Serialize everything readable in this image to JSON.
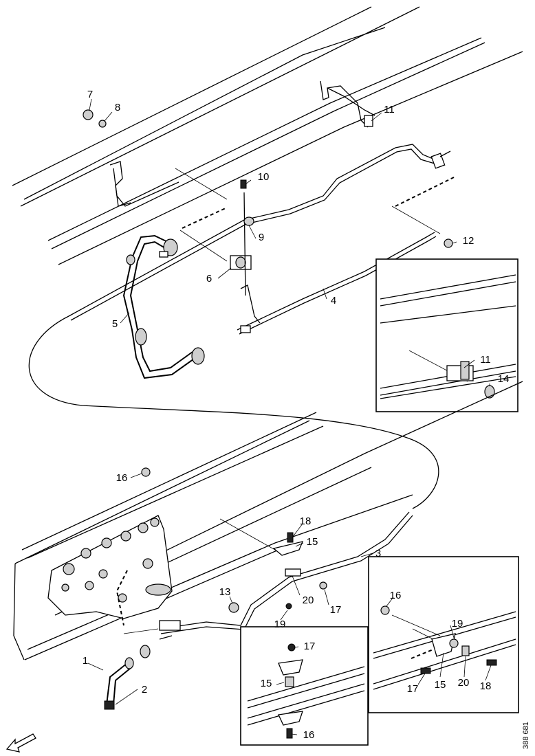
{
  "diagram": {
    "reference_number": "388 681",
    "callouts": {
      "c1": "1",
      "c2": "2",
      "c3": "3",
      "c4": "4",
      "c5": "5",
      "c6": "6",
      "c7": "7",
      "c8": "8",
      "c9": "9",
      "c10": "10",
      "c11a": "11",
      "c11b": "11",
      "c12": "12",
      "c13": "13",
      "c14": "14",
      "c15a": "15",
      "c15b": "15",
      "c15c": "15",
      "c16a": "16",
      "c16b": "16",
      "c16c": "16",
      "c17a": "17",
      "c17b": "17",
      "c17c": "17",
      "c18a": "18",
      "c18b": "18",
      "c19a": "19",
      "c19b": "19",
      "c20a": "20",
      "c20b": "20"
    }
  }
}
